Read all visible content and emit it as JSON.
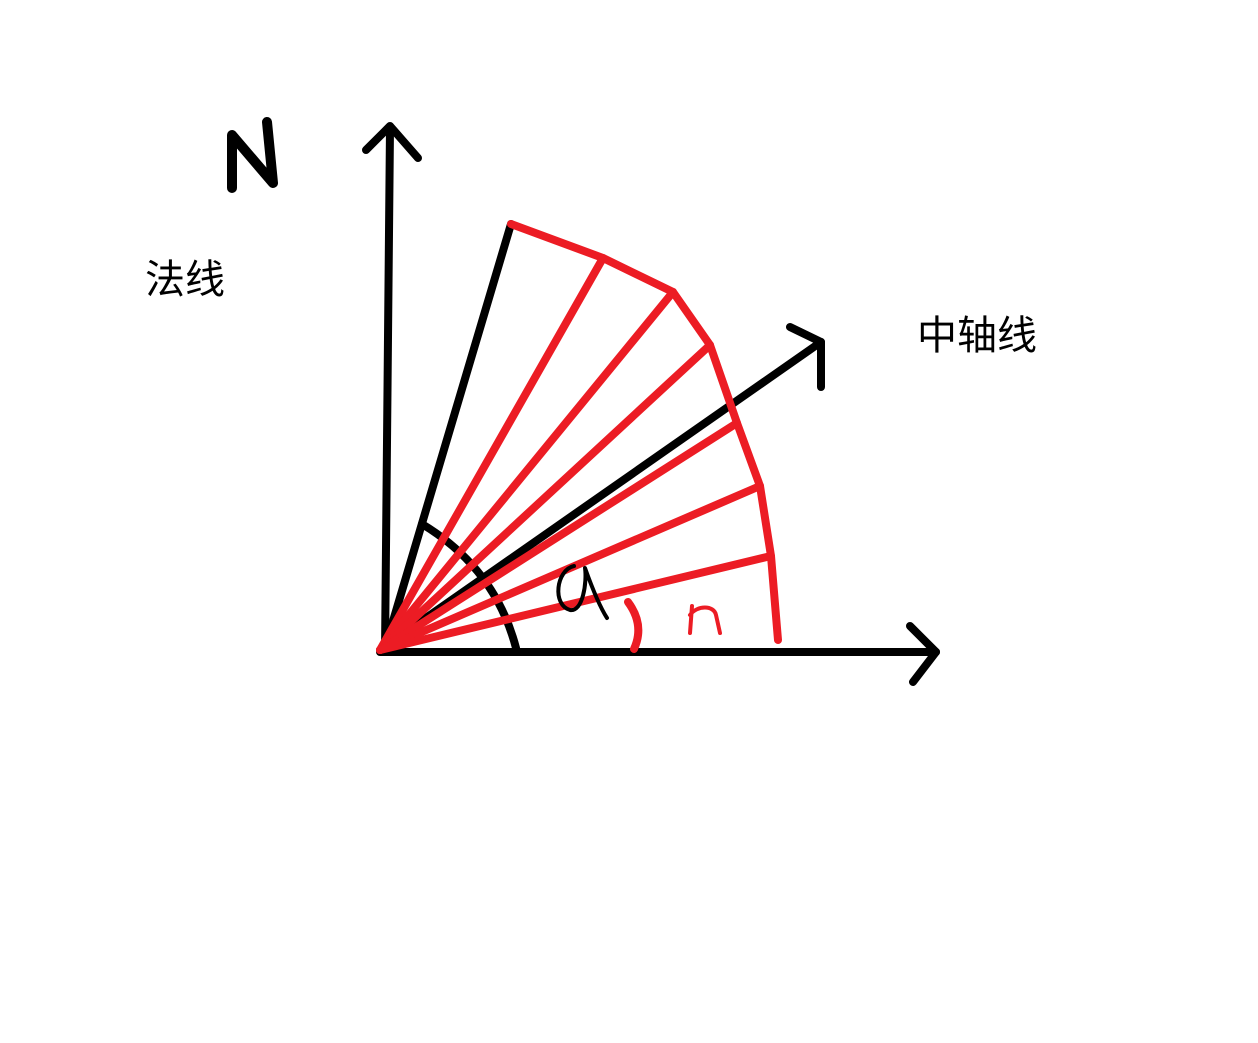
{
  "labels": {
    "north_letter": "N",
    "normal_line": "法线",
    "central_axis": "中轴线",
    "angle_symbol": "α",
    "count_symbol": "n"
  },
  "colors": {
    "background": "#ffffff",
    "ink": "#000000",
    "red": "#ec1c24"
  }
}
